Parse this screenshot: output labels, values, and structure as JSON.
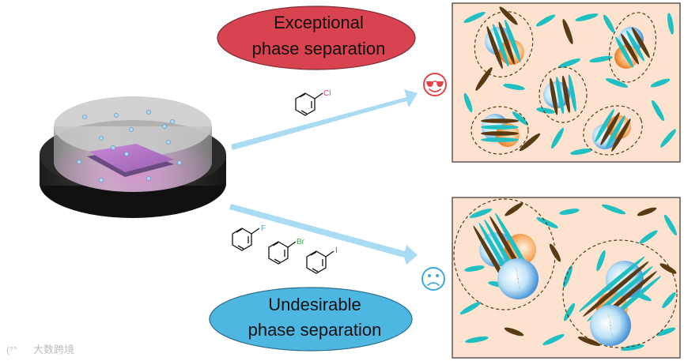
{
  "labels": {
    "top_line1": "Exceptional",
    "top_line2": "phase separation",
    "bottom_line1": "Undesirable",
    "bottom_line2": "phase separation"
  },
  "solvents": {
    "top": [
      {
        "name": "chlorobenzene",
        "atom": "Cl",
        "color": "#e0447a"
      }
    ],
    "bottom": [
      {
        "name": "fluorobenzene",
        "atom": "F",
        "color": "#37b6d9"
      },
      {
        "name": "bromobenzene",
        "atom": "Br",
        "color": "#3fa34d"
      },
      {
        "name": "iodobenzene",
        "atom": "I",
        "color": "#8a3aa6"
      }
    ]
  },
  "watermark": "大数跨境",
  "colors": {
    "top_ellipse": "#d9434f",
    "bottom_ellipse": "#4db7e2",
    "arrow": "#a9dcf3",
    "panel_bg": "#fde3cf",
    "rod_cyan": "#1fbfc2",
    "rod_brown": "#5a3a12",
    "happy": "#e0444a",
    "sad": "#3aa9df"
  },
  "icons": [
    "smiling-face-with-sunglasses-icon",
    "frowning-face-icon"
  ]
}
